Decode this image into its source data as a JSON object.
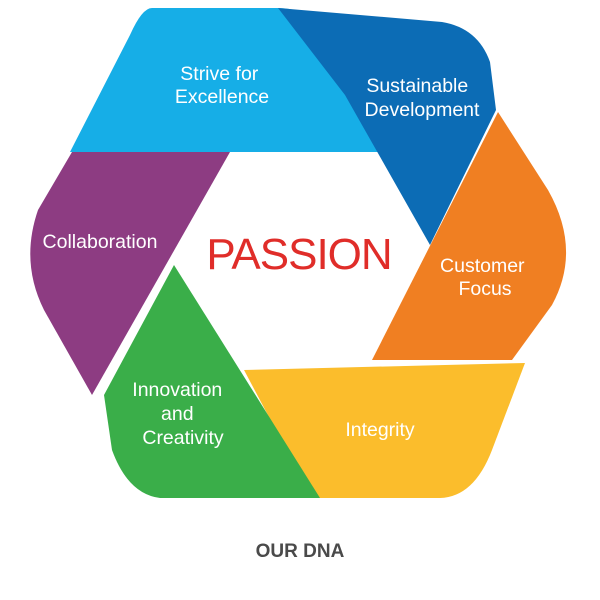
{
  "center": {
    "text": "PASSION",
    "color": "#e02d29"
  },
  "footer": {
    "text": "OUR DNA",
    "color": "#4a4a4a"
  },
  "segments": [
    {
      "key": "excellence",
      "lines": [
        "Strive for",
        "Excellence"
      ],
      "color": "#16aee7"
    },
    {
      "key": "sustainable",
      "lines": [
        "Sustainable",
        "Development"
      ],
      "color": "#0c6cb5"
    },
    {
      "key": "customer",
      "lines": [
        "Customer",
        "Focus"
      ],
      "color": "#f07f22"
    },
    {
      "key": "integrity",
      "lines": [
        "Integrity"
      ],
      "color": "#fbbd2c"
    },
    {
      "key": "innovation",
      "lines": [
        "Innovation",
        "and",
        "Creativity"
      ],
      "color": "#3aae49"
    },
    {
      "key": "collaboration",
      "lines": [
        "Collaboration"
      ],
      "color": "#8d3c82"
    }
  ]
}
